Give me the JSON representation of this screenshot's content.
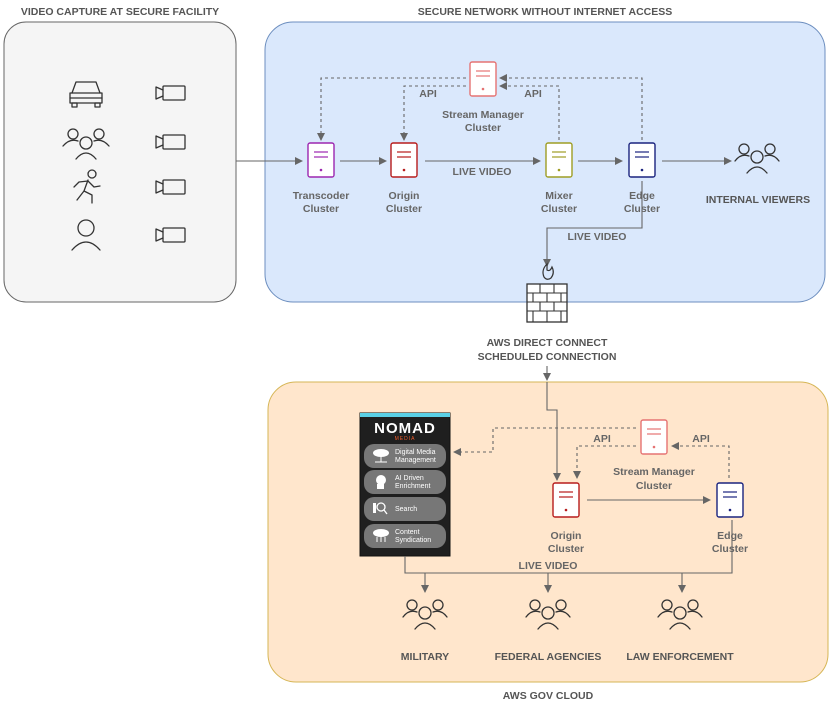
{
  "regions": {
    "facility": {
      "title": "VIDEO CAPTURE AT SECURE FACILITY"
    },
    "secure_network": {
      "title": "SECURE NETWORK WITHOUT INTERNET ACCESS"
    },
    "gov_cloud": {
      "title": "AWS GOV CLOUD"
    }
  },
  "secure_network": {
    "stream_manager": {
      "line1": "Stream Manager",
      "line2": "Cluster"
    },
    "transcoder": {
      "line1": "Transcoder",
      "line2": "Cluster"
    },
    "origin": {
      "line1": "Origin",
      "line2": "Cluster"
    },
    "mixer": {
      "line1": "Mixer",
      "line2": "Cluster"
    },
    "edge": {
      "line1": "Edge",
      "line2": "Cluster"
    },
    "api_left": "API",
    "api_right": "API",
    "live_video": "LIVE VIDEO",
    "internal_viewers": "INTERNAL VIEWERS"
  },
  "link": {
    "live_video": "LIVE VIDEO",
    "connection_line1": "AWS DIRECT CONNECT",
    "connection_line2": "SCHEDULED CONNECTION"
  },
  "gov_cloud": {
    "stream_manager": {
      "line1": "Stream Manager",
      "line2": "Cluster"
    },
    "origin": {
      "line1": "Origin",
      "line2": "Cluster"
    },
    "edge": {
      "line1": "Edge",
      "line2": "Cluster"
    },
    "api_left": "API",
    "api_right": "API",
    "live_video": "LIVE VIDEO",
    "military": "MILITARY",
    "federal": "FEDERAL AGENCIES",
    "law": "LAW ENFORCEMENT"
  },
  "nomad": {
    "logo_line1": "NOMAD",
    "logo_line2": "MEDIA",
    "items": [
      {
        "line1": "Digital Media",
        "line2": "Management"
      },
      {
        "line1": "AI Driven",
        "line2": "Enrichment"
      },
      {
        "line1": "Search",
        "line2": ""
      },
      {
        "line1": "Content",
        "line2": "Syndication"
      }
    ]
  },
  "colors": {
    "facility_bg": "#f5f5f5",
    "network_bg": "#dae8fc",
    "network_border": "#6c8ebf",
    "cloud_bg": "#ffe6cc",
    "cloud_border": "#d6b656",
    "transcoder": "#9c27b0",
    "origin": "#b71c1c",
    "mixer": "#9e9d24",
    "edge": "#1a237e",
    "stream_manager": "#e57373"
  }
}
